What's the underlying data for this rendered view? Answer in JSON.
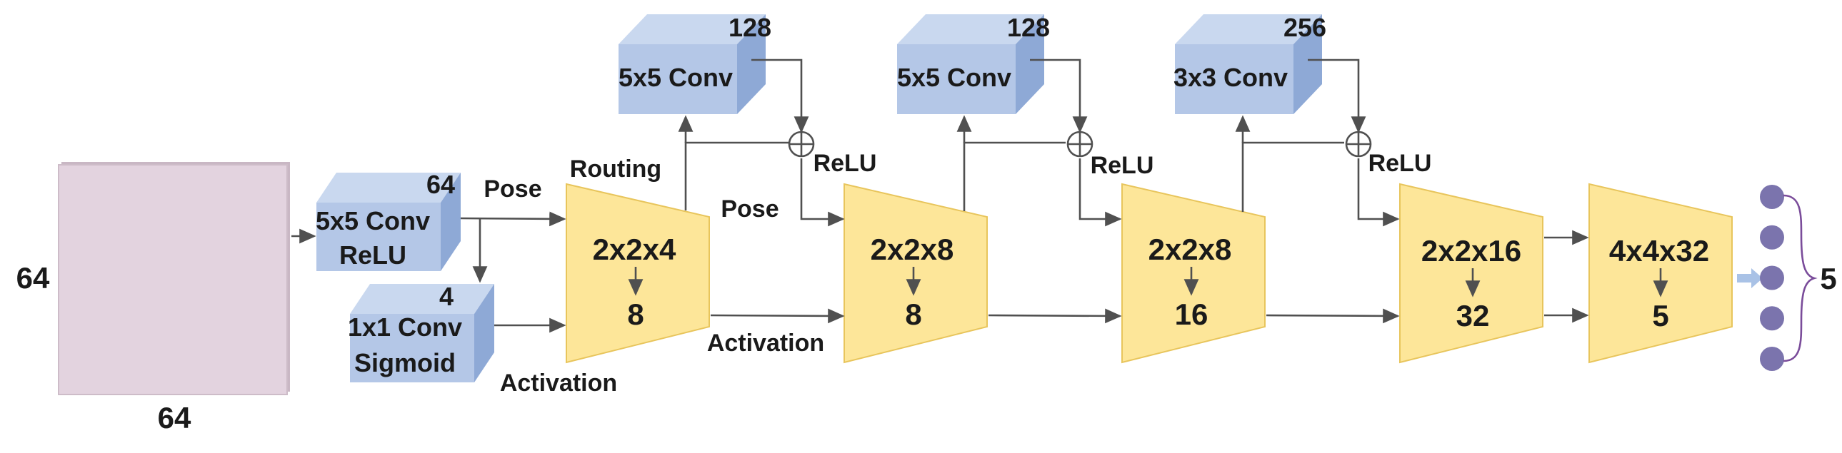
{
  "colors": {
    "input_front": "#e3d3df",
    "input_edge": "#c9b7c4",
    "cube_front": "#b4c7e7",
    "cube_top": "#c9d8ef",
    "cube_side": "#8ea9d6",
    "capsule_fill": "#fde699",
    "capsule_stroke": "#e8c55c",
    "output_node": "#7b74ad",
    "wire": "#505050",
    "out_arrow": "#a9c2e6",
    "brace": "#7a4c9a"
  },
  "input": {
    "height_label": "64",
    "width_label": "64"
  },
  "conv_blocks": {
    "primary_pose": {
      "line1": "5x5 Conv",
      "line2": "ReLU",
      "channels": "64"
    },
    "primary_activation": {
      "line1": "1x1 Conv",
      "line2": "Sigmoid",
      "channels": "4"
    },
    "routing1": {
      "label": "5x5 Conv",
      "channels": "128"
    },
    "routing2": {
      "label": "5x5 Conv",
      "channels": "128"
    },
    "routing3": {
      "label": "3x3 Conv",
      "channels": "256"
    }
  },
  "capsule_layers": [
    {
      "top": "2x2x4",
      "bottom": "8"
    },
    {
      "top": "2x2x8",
      "bottom": "8"
    },
    {
      "top": "2x2x8",
      "bottom": "16"
    },
    {
      "top": "2x2x16",
      "bottom": "32"
    },
    {
      "top": "4x4x32",
      "bottom": "5"
    }
  ],
  "labels": {
    "pose_1": "Pose",
    "activation_1": "Activation",
    "routing": "Routing",
    "pose_2": "Pose",
    "activation_2": "Activation",
    "relu_1": "ReLU",
    "relu_2": "ReLU",
    "relu_3": "ReLU"
  },
  "output": {
    "node_count": 5,
    "label": "5"
  }
}
